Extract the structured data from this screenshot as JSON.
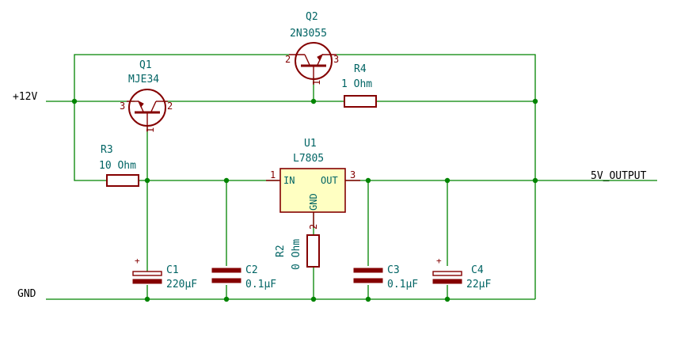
{
  "nets": {
    "vin": "+12V",
    "gnd": "GND",
    "vout": "5V_OUTPUT"
  },
  "components": {
    "q1": {
      "ref": "Q1",
      "value": "MJE34",
      "pin_b": "1",
      "pin_c": "2",
      "pin_e": "3"
    },
    "q2": {
      "ref": "Q2",
      "value": "2N3055",
      "pin_b": "1",
      "pin_c": "2",
      "pin_e": "3"
    },
    "r4": {
      "ref": "R4",
      "value": "1 Ohm"
    },
    "r3": {
      "ref": "R3",
      "value": "10 Ohm"
    },
    "r2": {
      "ref": "R2",
      "value": "0 Ohm"
    },
    "u1": {
      "ref": "U1",
      "value": "L7805",
      "pin_in_num": "1",
      "pin_out_num": "3",
      "pin_gnd_num": "2",
      "pin_in": "IN",
      "pin_out": "OUT",
      "pin_gnd": "GND"
    },
    "c1": {
      "ref": "C1",
      "value": "220µF",
      "polarized": "+"
    },
    "c2": {
      "ref": "C2",
      "value": "0.1µF"
    },
    "c3": {
      "ref": "C3",
      "value": "0.1µF"
    },
    "c4": {
      "ref": "C4",
      "value": "22µF",
      "polarized": "+"
    }
  },
  "colors": {
    "wire": "#008400",
    "component": "#840000",
    "label": "#006464",
    "ic_fill": "#ffffc2"
  }
}
